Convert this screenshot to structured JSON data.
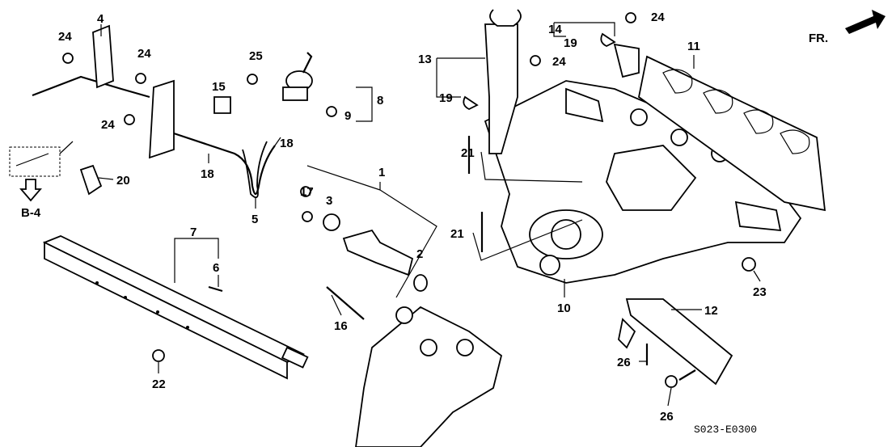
{
  "diagram": {
    "code": "S023-E0300",
    "direction": "FR.",
    "reference": "B-4",
    "callouts": [
      {
        "id": "c4",
        "text": "4"
      },
      {
        "id": "c24a",
        "text": "24"
      },
      {
        "id": "c24b",
        "text": "24"
      },
      {
        "id": "c25",
        "text": "25"
      },
      {
        "id": "c15",
        "text": "15"
      },
      {
        "id": "c8",
        "text": "8"
      },
      {
        "id": "c9",
        "text": "9"
      },
      {
        "id": "c24c",
        "text": "24"
      },
      {
        "id": "c18a",
        "text": "18"
      },
      {
        "id": "c18b",
        "text": "18"
      },
      {
        "id": "c20",
        "text": "20"
      },
      {
        "id": "c5",
        "text": "5"
      },
      {
        "id": "c7",
        "text": "7"
      },
      {
        "id": "c6",
        "text": "6"
      },
      {
        "id": "c1",
        "text": "1"
      },
      {
        "id": "c17",
        "text": "17"
      },
      {
        "id": "c3",
        "text": "3"
      },
      {
        "id": "c2",
        "text": "2"
      },
      {
        "id": "c16",
        "text": "16"
      },
      {
        "id": "c22",
        "text": "22"
      },
      {
        "id": "c13",
        "text": "13"
      },
      {
        "id": "c19a",
        "text": "19"
      },
      {
        "id": "c14",
        "text": "14"
      },
      {
        "id": "c19b",
        "text": "19"
      },
      {
        "id": "c24d",
        "text": "24"
      },
      {
        "id": "c24e",
        "text": "24"
      },
      {
        "id": "c11",
        "text": "11"
      },
      {
        "id": "c21a",
        "text": "21"
      },
      {
        "id": "c21b",
        "text": "21"
      },
      {
        "id": "c10",
        "text": "10"
      },
      {
        "id": "c12",
        "text": "12"
      },
      {
        "id": "c23",
        "text": "23"
      },
      {
        "id": "c26a",
        "text": "26"
      },
      {
        "id": "c26b",
        "text": "26"
      }
    ]
  }
}
